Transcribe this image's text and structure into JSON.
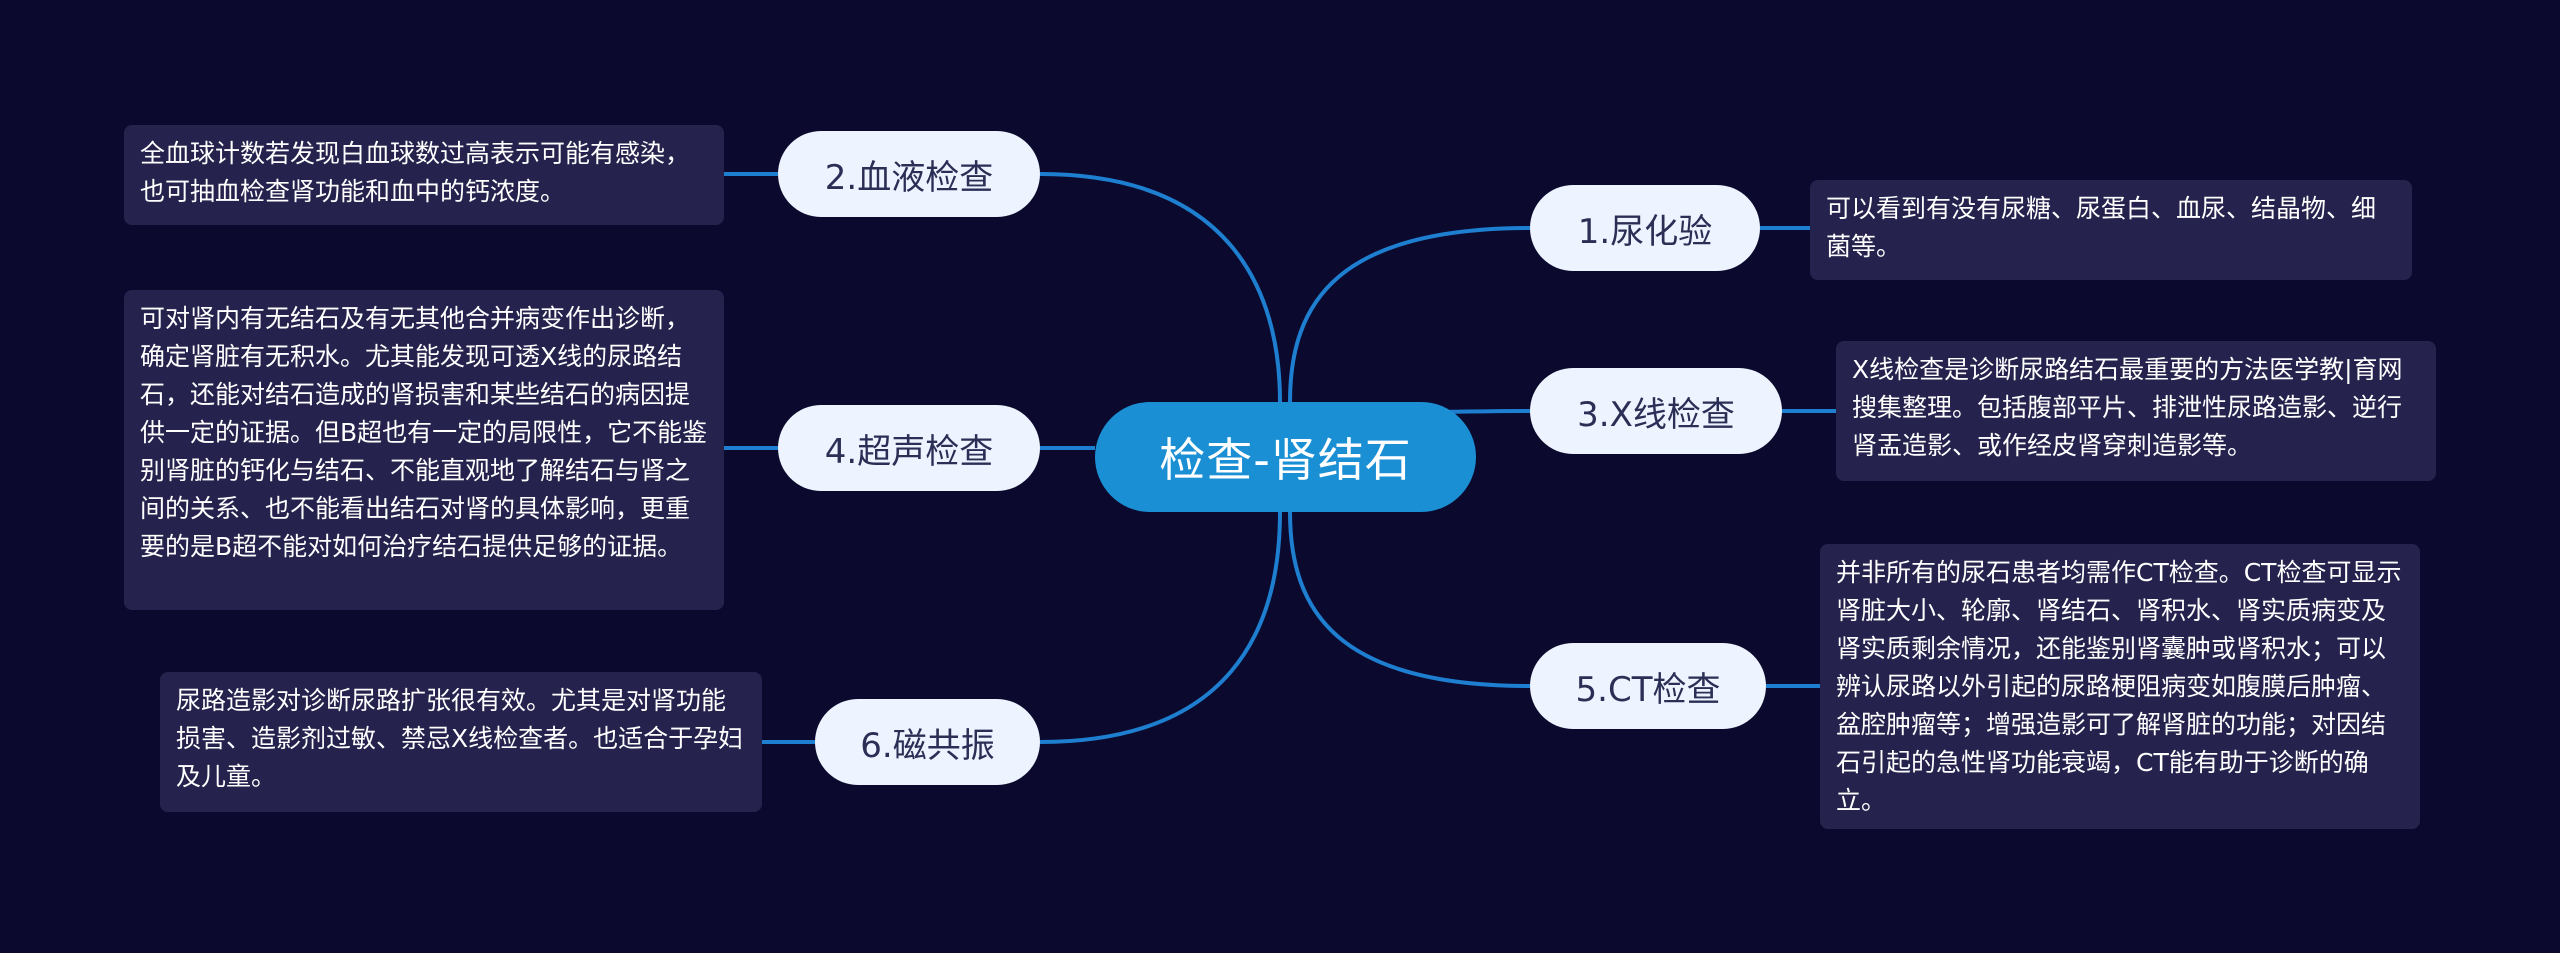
{
  "center": {
    "label": "检查-肾结石"
  },
  "branches": [
    {
      "label": "1.尿化验",
      "note": "可以看到有没有尿糖、尿蛋白、血尿、结晶物、细菌等。"
    },
    {
      "label": "2.血液检查",
      "note": "全血球计数若发现白血球数过高表示可能有感染，也可抽血检查肾功能和血中的钙浓度。"
    },
    {
      "label": "3.X线检查",
      "note": "X线检查是诊断尿路结石最重要的方法医学教|育网搜集整理。包括腹部平片、排泄性尿路造影、逆行肾盂造影、或作经皮肾穿刺造影等。"
    },
    {
      "label": "4.超声检查",
      "note": "可对肾内有无结石及有无其他合并病变作出诊断，确定肾脏有无积水。尤其能发现可透X线的尿路结石，还能对结石造成的肾损害和某些结石的病因提供一定的证据。但B超也有一定的局限性，它不能鉴别肾脏的钙化与结石、不能直观地了解结石与肾之间的关系、也不能看出结石对肾的具体影响，更重要的是B超不能对如何治疗结石提供足够的证据。"
    },
    {
      "label": "5.CT检查",
      "note": "并非所有的尿石患者均需作CT检查。CT检查可显示肾脏大小、轮廓、肾结石、肾积水、肾实质病变及肾实质剩余情况，还能鉴别肾囊肿或肾积水；可以辨认尿路以外引起的尿路梗阻病变如腹膜后肿瘤、盆腔肿瘤等；增强造影可了解肾脏的功能；对因结石引起的急性肾功能衰竭，CT能有助于诊断的确立。"
    },
    {
      "label": "6.磁共振",
      "note": "尿路造影对诊断尿路扩张很有效。尤其是对肾功能损害、造影剂过敏、禁忌X线检查者。也适合于孕妇及儿童。"
    }
  ],
  "colors": {
    "background": "#0b0a2e",
    "center": "#1a8fd4",
    "branch": "#eef4ff",
    "note": "#25234d",
    "link": "#1e7fd0"
  }
}
